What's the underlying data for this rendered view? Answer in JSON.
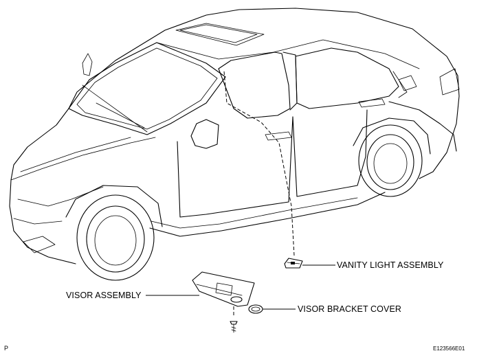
{
  "diagram": {
    "labels": {
      "vanity_light": "VANITY LIGHT ASSEMBLY",
      "visor_assembly": "VISOR ASSEMBLY",
      "visor_bracket_cover": "VISOR BRACKET COVER"
    },
    "corner_mark": "P",
    "figure_code": "E123566E01"
  }
}
